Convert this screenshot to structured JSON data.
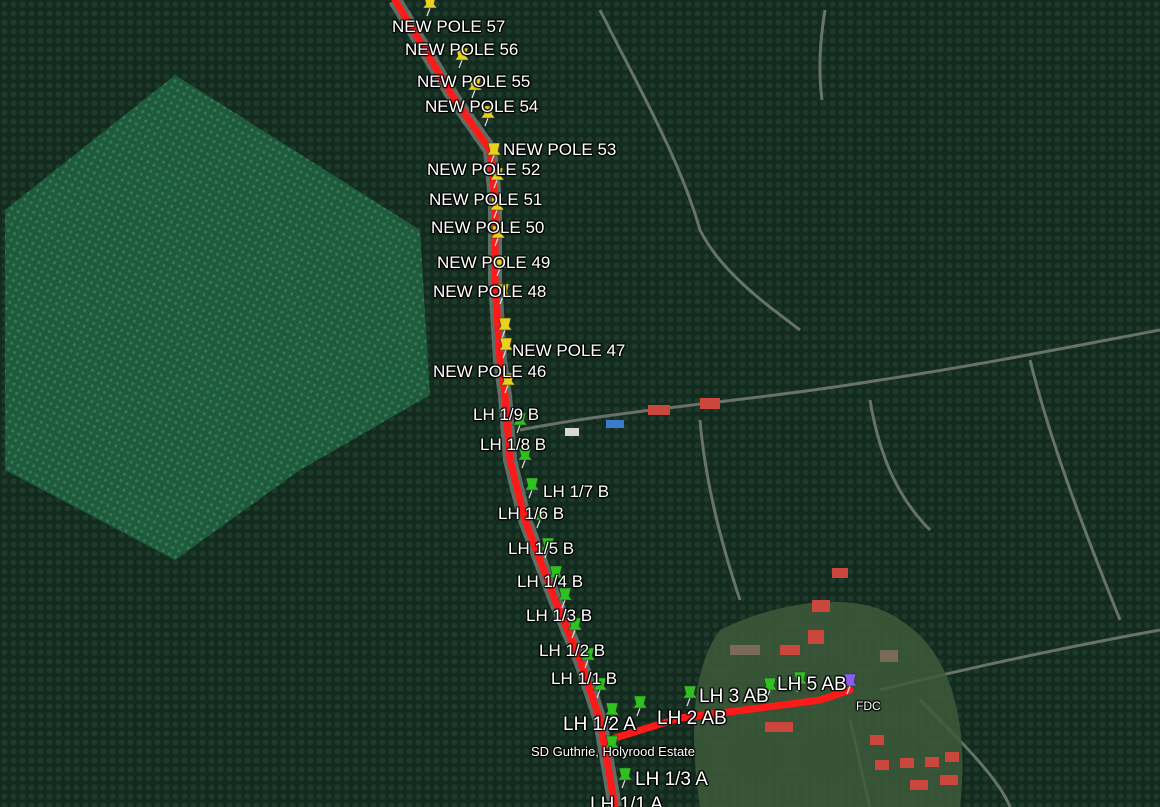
{
  "map": {
    "route_color": "#ff1a1a",
    "pin_colors": {
      "new_pole": "#e8d21c",
      "lh_pole": "#2ec21e",
      "fdc": "#8a5cf0"
    },
    "labels": {
      "new_pole_57": "NEW POLE 57",
      "new_pole_56": "NEW POLE 56",
      "new_pole_55": "NEW POLE 55",
      "new_pole_54": "NEW POLE 54",
      "new_pole_53": "NEW POLE 53",
      "new_pole_52": "NEW POLE 52",
      "new_pole_51": "NEW POLE 51",
      "new_pole_50": "NEW POLE 50",
      "new_pole_49": "NEW POLE 49",
      "new_pole_48": "NEW POLE 48",
      "new_pole_47": "NEW POLE 47",
      "new_pole_46": "NEW POLE 46",
      "lh_1_9_b": "LH 1/9 B",
      "lh_1_8_b": "LH 1/8 B",
      "lh_1_7_b": "LH 1/7 B",
      "lh_1_6_b": "LH 1/6 B",
      "lh_1_5_b": "LH 1/5 B",
      "lh_1_4_b": "LH 1/4 B",
      "lh_1_3_b": "LH 1/3 B",
      "lh_1_2_b": "LH 1/2 B",
      "lh_1_1_b": "LH 1/1 B",
      "lh_1_2_a": "LH 1/2 A",
      "lh_2_ab": "LH 2 AB",
      "lh_3_ab": "LH 3 AB",
      "lh_5_ab": "LH 5 AB",
      "fdc": "FDC",
      "sd_guthrie": "SD Guthrie, Holyrood Estate",
      "lh_1_3_a": "LH 1/3 A",
      "lh_1_1_a": "LH 1/1 A"
    }
  }
}
